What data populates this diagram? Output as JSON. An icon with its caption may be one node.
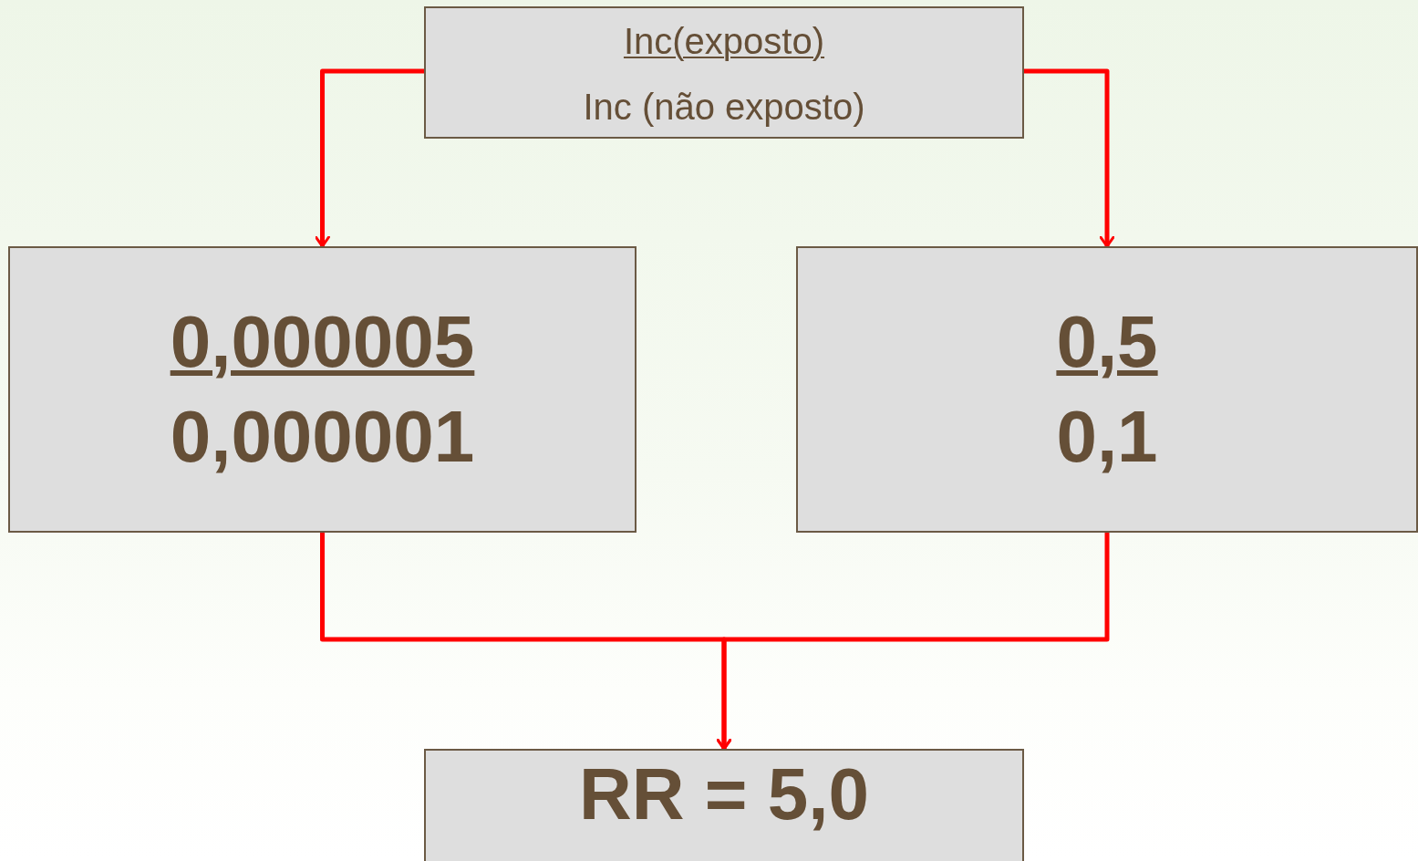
{
  "diagram": {
    "nodes": [
      {
        "text": [
          "Inc(exposto)",
          "Inc (não exposto)"
        ]
      },
      {
        "text": [
          "0,000005",
          "0,000001"
        ]
      },
      {
        "text": [
          "0,5",
          "0,1"
        ]
      },
      {
        "text": [
          "RR = 5,0"
        ]
      }
    ],
    "edges": [
      {
        "from": 0,
        "to": 1,
        "arrow": "to"
      },
      {
        "from": 0,
        "to": 2,
        "arrow": "to"
      },
      {
        "from": 1,
        "to": 3,
        "arrow": "to"
      },
      {
        "from": 2,
        "to": 3,
        "arrow": "to"
      }
    ]
  }
}
